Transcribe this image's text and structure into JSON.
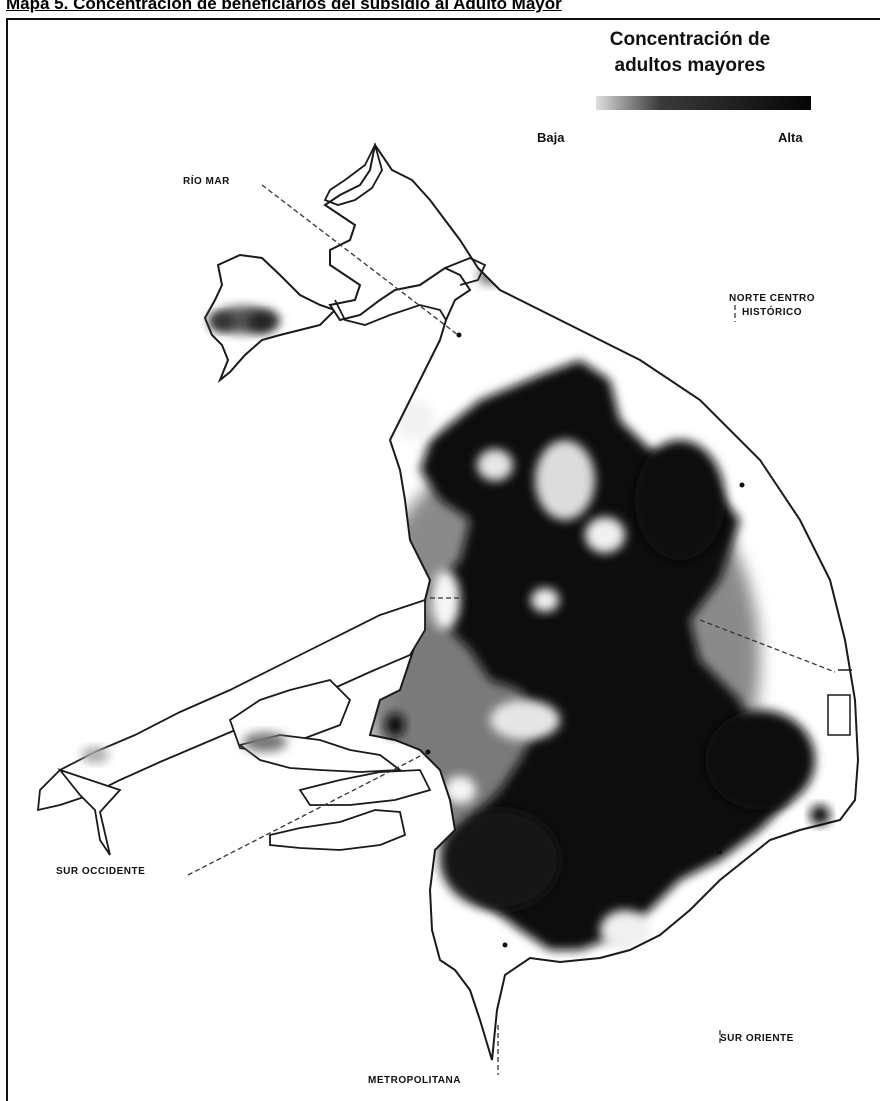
{
  "caption": "Mapa 5. Concentración de beneficiarios del subsidio al Adulto Mayor",
  "legend": {
    "title_line1": "Concentración de",
    "title_line2": "adultos mayores",
    "low_label": "Baja",
    "high_label": "Alta",
    "gradient_colors": [
      "#ffffff",
      "#bdbdbd",
      "#7a7a7a",
      "#333333",
      "#050505"
    ]
  },
  "zones": {
    "rio_mar": "RÍO MAR",
    "norte_centro": "NORTE CENTRO",
    "norte_centro_2": "HISTÓRICO",
    "sur_occidente": "SUR OCCIDENTE",
    "sur_oriente": "SUR ORIENTE",
    "metropolitana": "METROPOLITANA"
  },
  "colors": {
    "outline": "#1a1a1a",
    "high": "#050505",
    "medium": "#777777",
    "low": "#bdbdbd"
  }
}
